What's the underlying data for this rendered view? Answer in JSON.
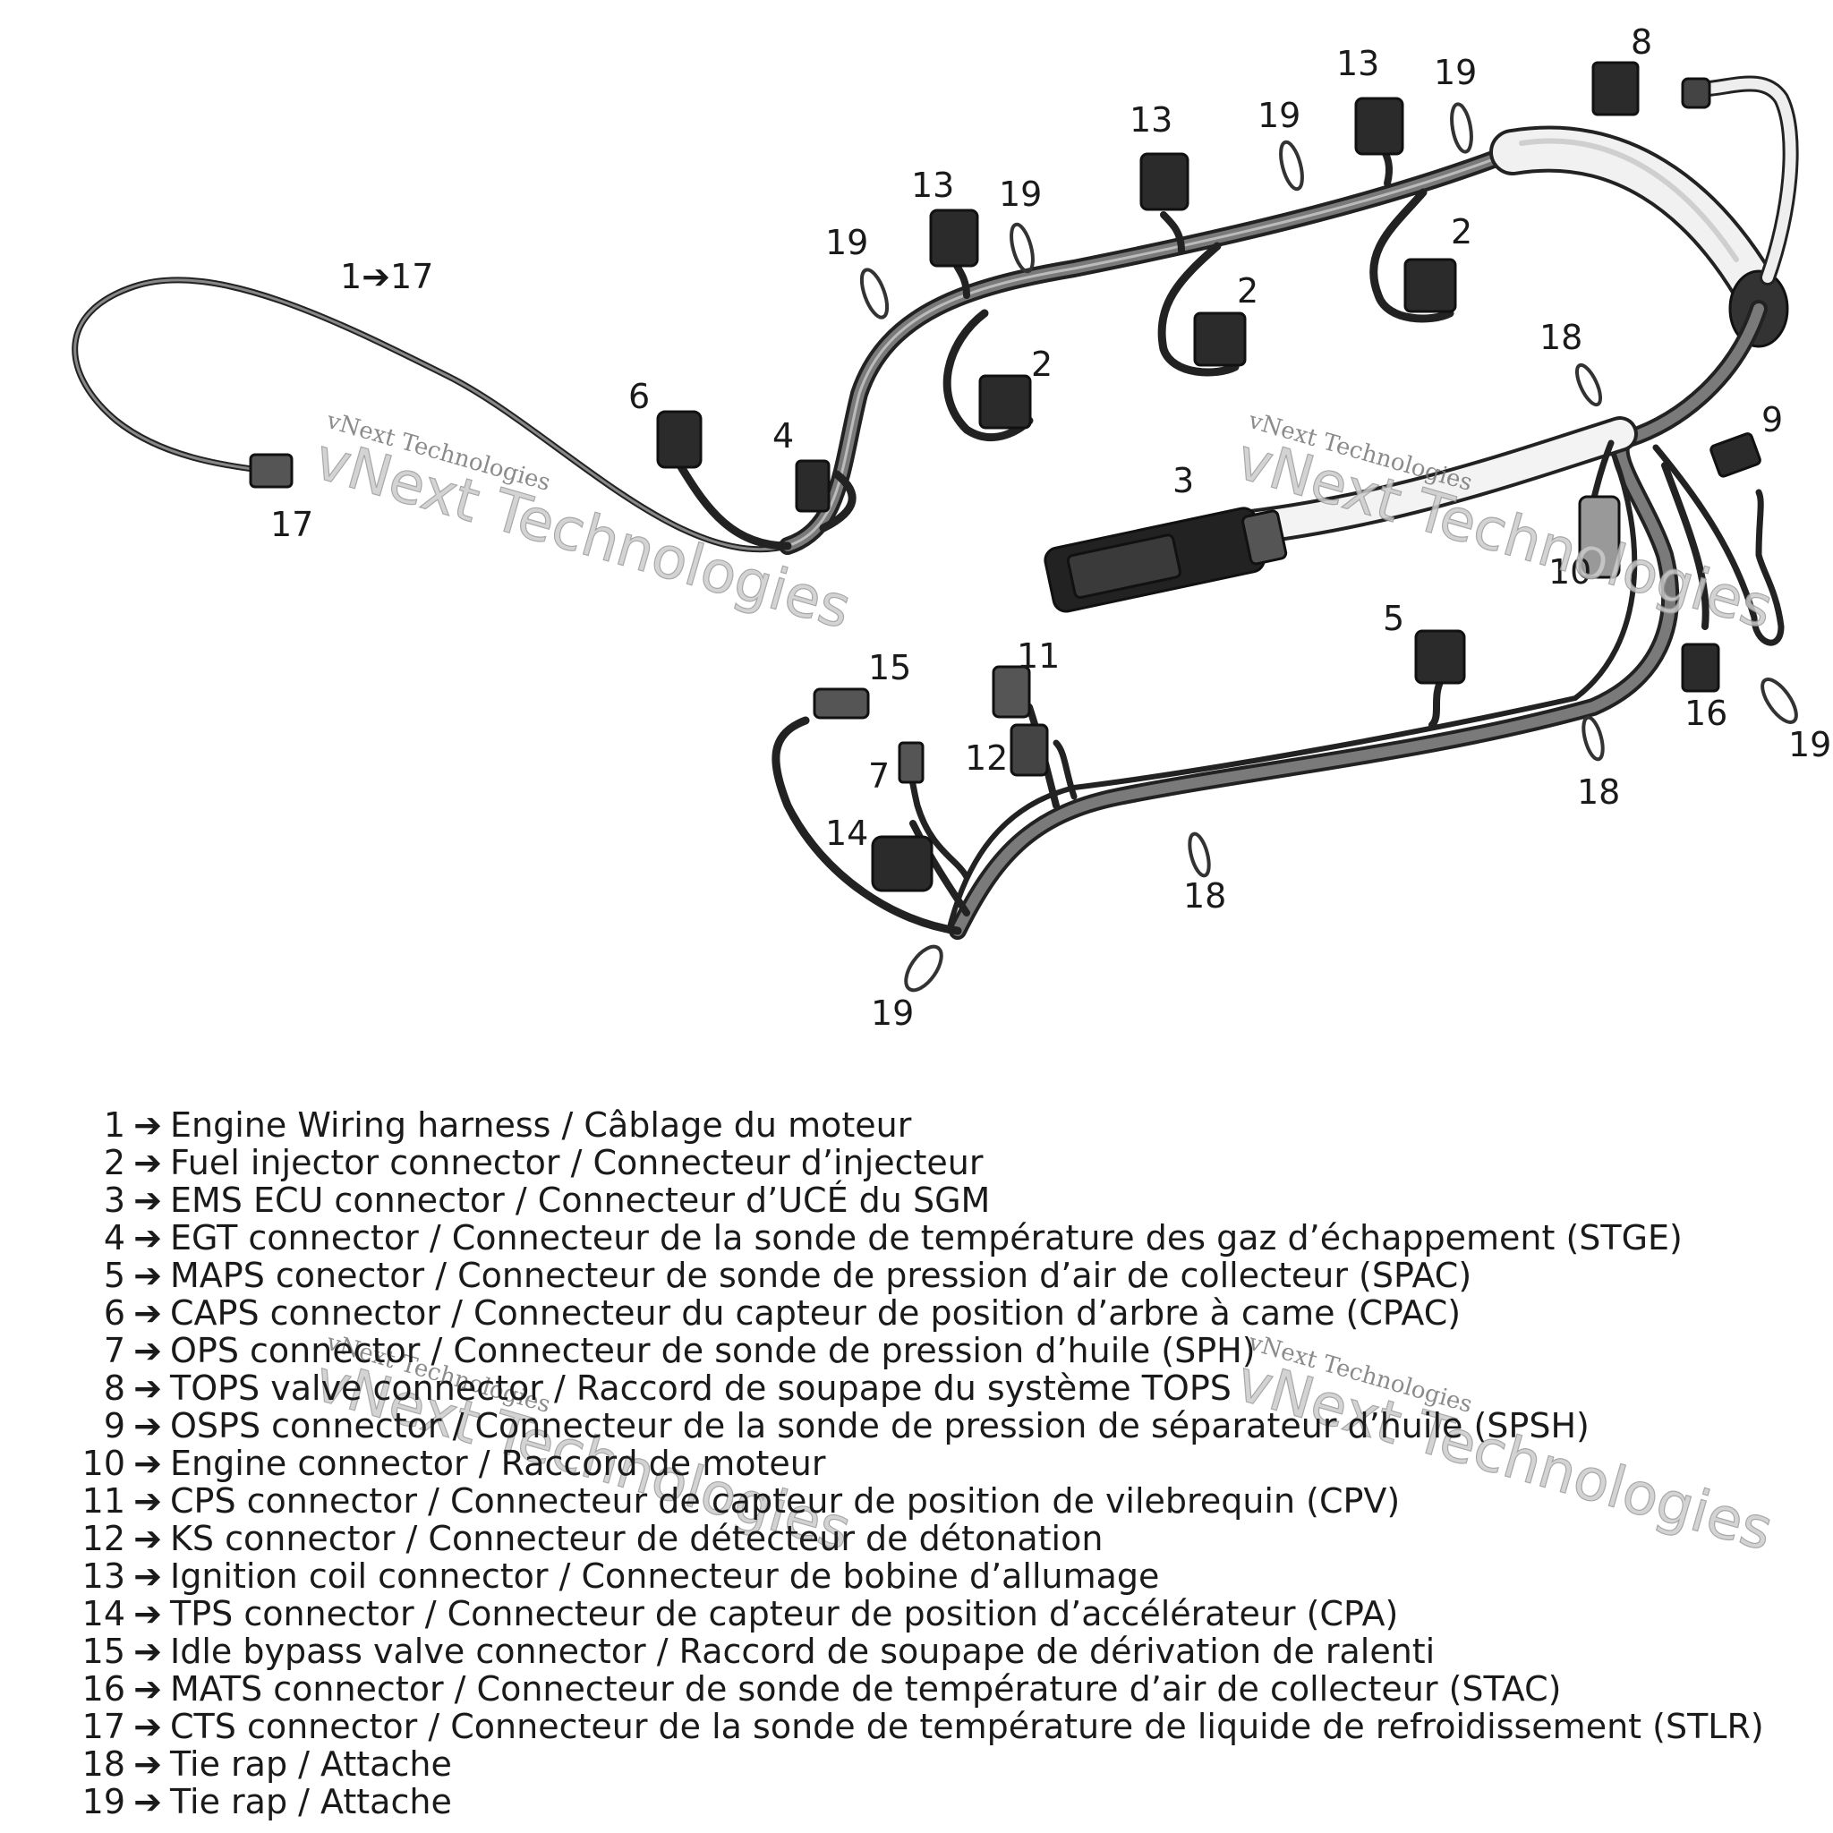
{
  "diagram": {
    "callouts": [
      {
        "id": "c8",
        "text": "8"
      },
      {
        "id": "c13a",
        "text": "13"
      },
      {
        "id": "c19a",
        "text": "19"
      },
      {
        "id": "c19b",
        "text": "19"
      },
      {
        "id": "c13b",
        "text": "13"
      },
      {
        "id": "c13c",
        "text": "13"
      },
      {
        "id": "c19c",
        "text": "19"
      },
      {
        "id": "c19d",
        "text": "19"
      },
      {
        "id": "c2a",
        "text": "2"
      },
      {
        "id": "c2b",
        "text": "2"
      },
      {
        "id": "c2c",
        "text": "2"
      },
      {
        "id": "c1to17",
        "text": "1➔17"
      },
      {
        "id": "c18a",
        "text": "18"
      },
      {
        "id": "c6",
        "text": "6"
      },
      {
        "id": "c4",
        "text": "4"
      },
      {
        "id": "c9",
        "text": "9"
      },
      {
        "id": "c3",
        "text": "3"
      },
      {
        "id": "c17",
        "text": "17"
      },
      {
        "id": "c10",
        "text": "10"
      },
      {
        "id": "c5",
        "text": "5"
      },
      {
        "id": "c11",
        "text": "11"
      },
      {
        "id": "c15",
        "text": "15"
      },
      {
        "id": "c16",
        "text": "16"
      },
      {
        "id": "c19e",
        "text": "19"
      },
      {
        "id": "c12",
        "text": "12"
      },
      {
        "id": "c7",
        "text": "7"
      },
      {
        "id": "c18b",
        "text": "18"
      },
      {
        "id": "c14",
        "text": "14"
      },
      {
        "id": "c18c",
        "text": "18"
      },
      {
        "id": "c19f",
        "text": "19"
      }
    ],
    "watermark": {
      "small": "vNext Technologies",
      "big": "vNext Technologies"
    }
  },
  "legend": [
    {
      "num": "1",
      "arrow": "➔",
      "text": "Engine Wiring harness / Câblage du moteur"
    },
    {
      "num": "2",
      "arrow": "➔",
      "text": "Fuel injector connector / Connecteur d’injecteur"
    },
    {
      "num": "3",
      "arrow": "➔",
      "text": "EMS ECU connector / Connecteur d’UCÉ du SGM"
    },
    {
      "num": "4",
      "arrow": "➔",
      "text": "EGT connector / Connecteur de la sonde de température des gaz d’échappement (STGE)"
    },
    {
      "num": "5",
      "arrow": "➔",
      "text": "MAPS conector / Connecteur de sonde de pression d’air de collecteur (SPAC)"
    },
    {
      "num": "6",
      "arrow": "➔",
      "text": "CAPS connector / Connecteur du capteur de position d’arbre à came (CPAC)"
    },
    {
      "num": "7",
      "arrow": "➔",
      "text": "OPS connector / Connecteur de sonde de pression d’huile (SPH)"
    },
    {
      "num": "8",
      "arrow": "➔",
      "text": "TOPS valve connector / Raccord de soupape du système TOPS"
    },
    {
      "num": "9",
      "arrow": "➔",
      "text": "OSPS connector / Connecteur de la sonde de pression de séparateur d’huile (SPSH)"
    },
    {
      "num": "10",
      "arrow": "➔",
      "text": "Engine connector / Raccord de moteur"
    },
    {
      "num": "11",
      "arrow": "➔",
      "text": "CPS connector / Connecteur de capteur de position de vilebrequin (CPV)"
    },
    {
      "num": "12",
      "arrow": "➔",
      "text": "KS connector / Connecteur de détecteur de détonation"
    },
    {
      "num": "13",
      "arrow": "➔",
      "text": "Ignition coil connector / Connecteur de bobine d’allumage"
    },
    {
      "num": "14",
      "arrow": "➔",
      "text": "TPS connector / Connecteur de capteur de position d’accélérateur (CPA)"
    },
    {
      "num": "15",
      "arrow": "➔",
      "text": "Idle bypass valve connector / Raccord de soupape de dérivation de ralenti"
    },
    {
      "num": "16",
      "arrow": "➔",
      "text": "MATS connector / Connecteur de sonde de température d’air de collecteur (STAC)"
    },
    {
      "num": "17",
      "arrow": "➔",
      "text": "CTS connector / Connecteur de la sonde de température de liquide de refroidissement (STLR)"
    },
    {
      "num": "18",
      "arrow": "➔",
      "text": "Tie rap / Attache"
    },
    {
      "num": "19",
      "arrow": "➔",
      "text": "Tie rap / Attache"
    }
  ]
}
